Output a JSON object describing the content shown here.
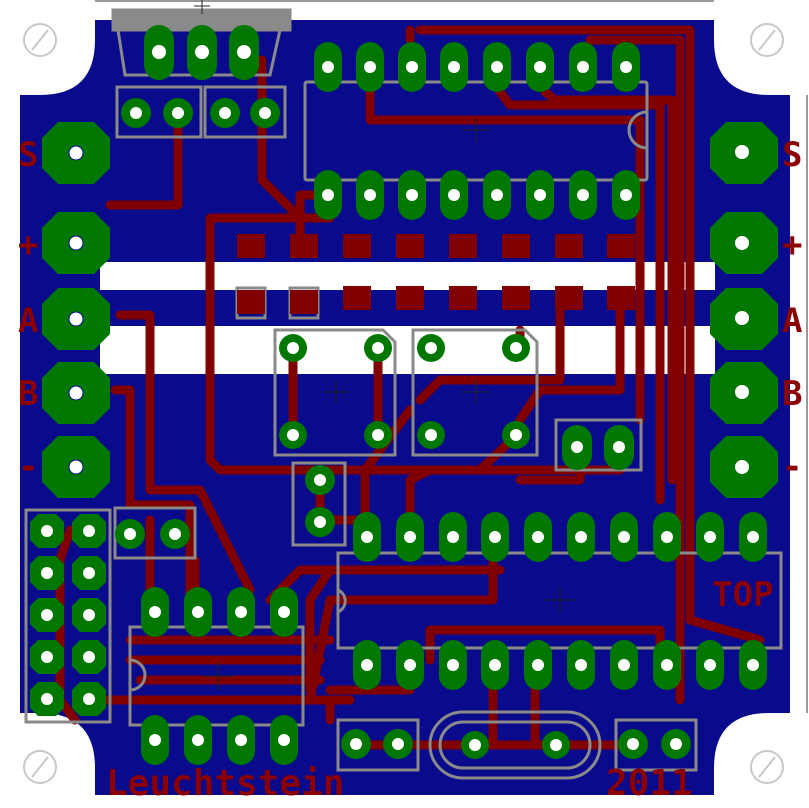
{
  "board": {
    "title_bottom_left": "Leuchtstein",
    "year_bottom_right": "2011",
    "side_label": "TOP",
    "left_labels": [
      "S",
      "+",
      "A",
      "B",
      "-"
    ],
    "right_labels": [
      "S",
      "+",
      "A",
      "B",
      "-"
    ]
  },
  "colors": {
    "background": "#ffffff",
    "copper_pour": "#0a0a8c",
    "trace": "#800000",
    "pad": "#007800",
    "silkscreen": "#8a8a8a",
    "label": "#8b0000",
    "drill": "#ffffff"
  }
}
